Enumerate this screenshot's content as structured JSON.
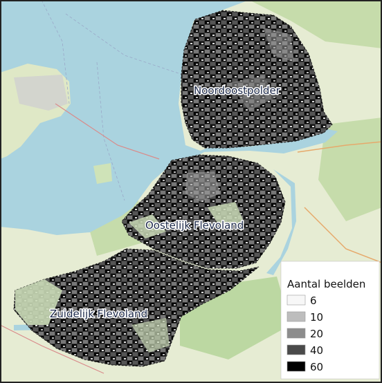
{
  "regions": [
    {
      "label": "Noordoostpolder"
    },
    {
      "label": "Oostelijk Flevoland"
    },
    {
      "label": "Zuidelijk Flevoland"
    }
  ],
  "legend": {
    "title": "Aantal beelden",
    "classes": [
      {
        "label": "6",
        "color": "#f7f7f7"
      },
      {
        "label": "10",
        "color": "#bdbdbd"
      },
      {
        "label": "20",
        "color": "#8c8c8c"
      },
      {
        "label": "40",
        "color": "#4a4a4a"
      },
      {
        "label": "60",
        "color": "#000000"
      }
    ]
  },
  "colors": {
    "water": "#aad3df",
    "land": "#e6ecd3",
    "forest": "#b9d7a0",
    "frame": "#222222"
  }
}
